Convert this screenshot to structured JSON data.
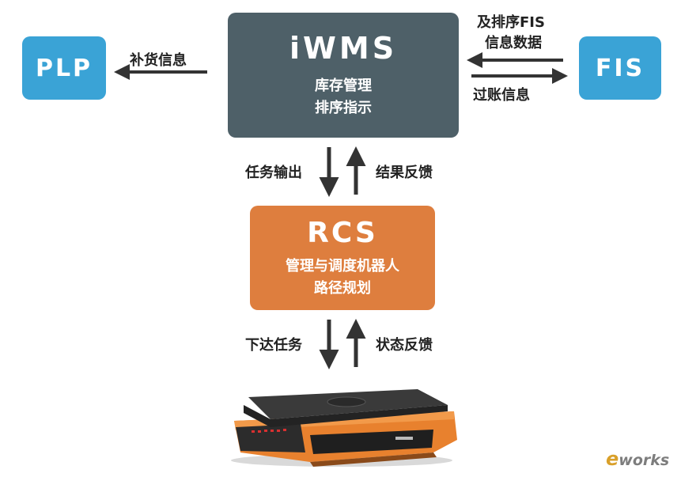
{
  "plp": {
    "label": "PLP"
  },
  "fis": {
    "label": "FIS"
  },
  "iwms": {
    "title": "iWMS",
    "lines": [
      "库存管理",
      "排序指示"
    ]
  },
  "rcs": {
    "title": "RCS",
    "lines": [
      "管理与调度机器人",
      "路径规划"
    ]
  },
  "edges": {
    "iwms_to_plp": "补货信息",
    "fis_to_iwms": [
      "及排序FIS",
      "信息数据"
    ],
    "iwms_to_fis": "过账信息",
    "iwms_to_rcs": "任务输出",
    "rcs_to_iwms": "结果反馈",
    "rcs_to_robot": "下达任务",
    "robot_to_rcs": "状态反馈"
  },
  "logo": {
    "e": "e",
    "rest": "works"
  },
  "colors": {
    "blue": "#3aa3d6",
    "slate": "#4e6068",
    "orange": "#de7e3e",
    "arrow": "#333333"
  }
}
